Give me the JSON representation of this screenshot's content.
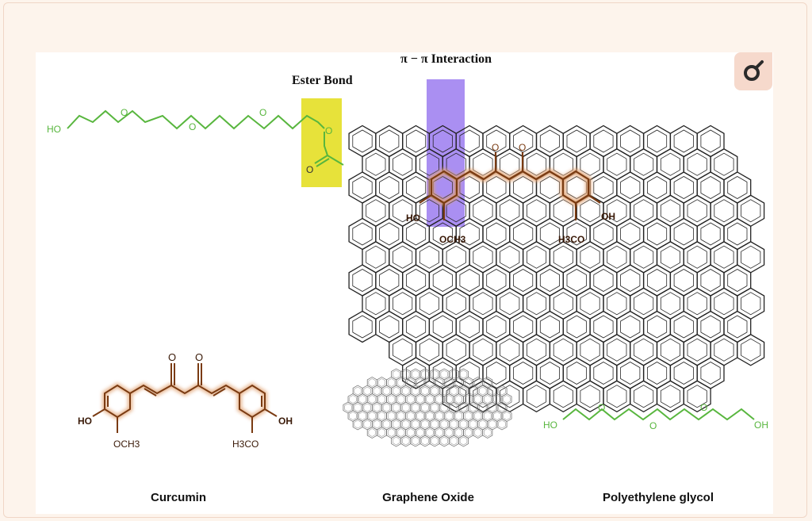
{
  "figure": {
    "labels": {
      "pi_interaction": "π − π Interaction",
      "ester_bond": "Ester Bond"
    },
    "atoms": {
      "ho": "HO",
      "oh": "OH",
      "o": "O",
      "och3": "OCH3",
      "h3co": "H3CO"
    },
    "captions": {
      "curcumin": "Curcumin",
      "graphene_oxide": "Graphene Oxide",
      "peg": "Polyethylene glycol"
    }
  },
  "colors": {
    "peg_green": "#58b63e",
    "curcumin_brown": "#7a3b12",
    "glow": "#e0a070",
    "ester_highlight": "#e7e23a",
    "pi_highlight": "#9b7bf0"
  },
  "icons": {
    "zoom": "zoom-lens-icon"
  }
}
